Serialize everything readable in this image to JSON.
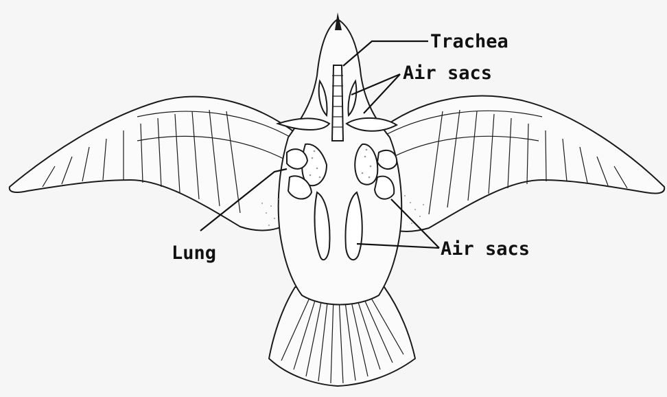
{
  "labels": {
    "trachea": "Trachea",
    "air_sacs_top": "Air sacs",
    "lung": "Lung",
    "air_sacs_bottom": "Air sacs"
  },
  "colors": {
    "background": "#f6f6f6",
    "ink": "#1a1a1a",
    "fill": "#fbfbfb"
  }
}
